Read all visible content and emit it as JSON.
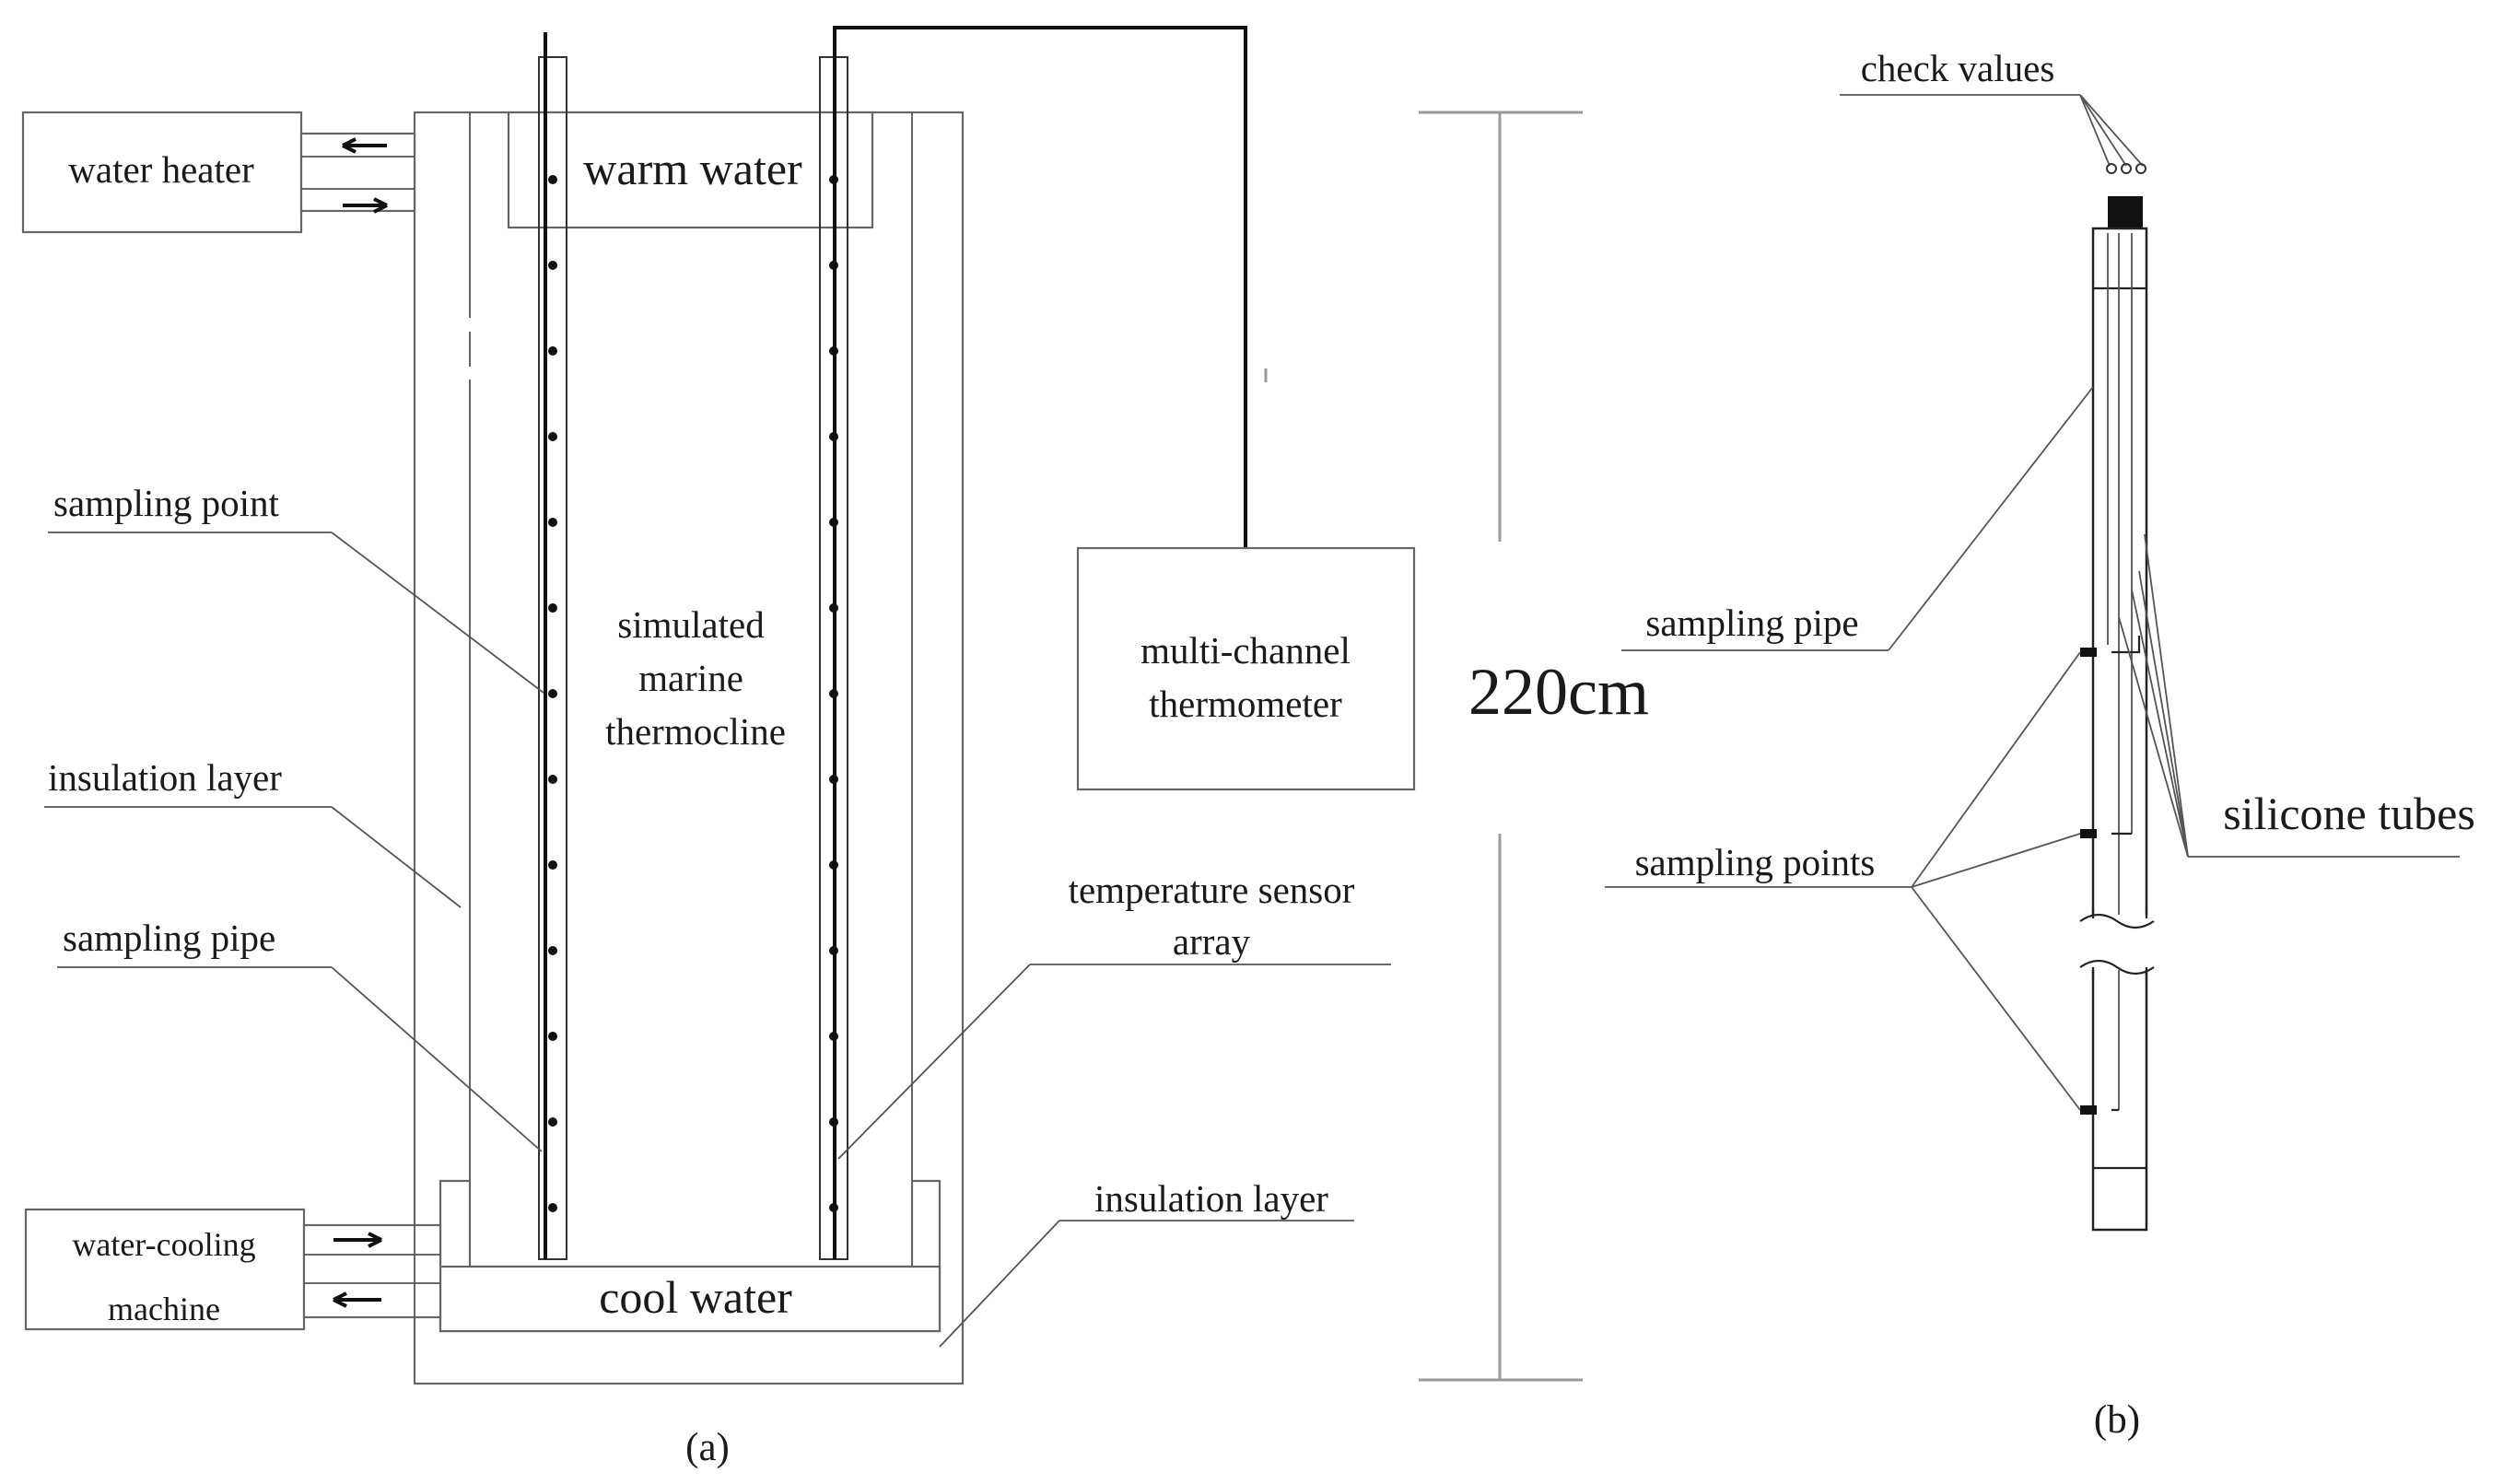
{
  "panel_a": {
    "caption": "(a)",
    "water_heater": "water heater",
    "warm_water": "warm water",
    "water_cooling_line1": "water-cooling",
    "water_cooling_line2": "machine",
    "cool_water": "cool water",
    "sampling_point": "sampling point",
    "insulation_layer_left": "insulation layer",
    "sampling_pipe": "sampling pipe",
    "thermocline_line1": "simulated",
    "thermocline_line2": "marine",
    "thermocline_line3": "thermocline",
    "thermometer_line1": "multi-channel",
    "thermometer_line2": "thermometer",
    "sensor_line1": "temperature sensor",
    "sensor_line2": "array",
    "insulation_layer_right": "insulation layer",
    "height": "220cm"
  },
  "panel_b": {
    "caption": "(b)",
    "check_values": "check values",
    "sampling_pipe": "sampling pipe",
    "sampling_points": "sampling points",
    "silicone_tubes": "silicone tubes"
  }
}
